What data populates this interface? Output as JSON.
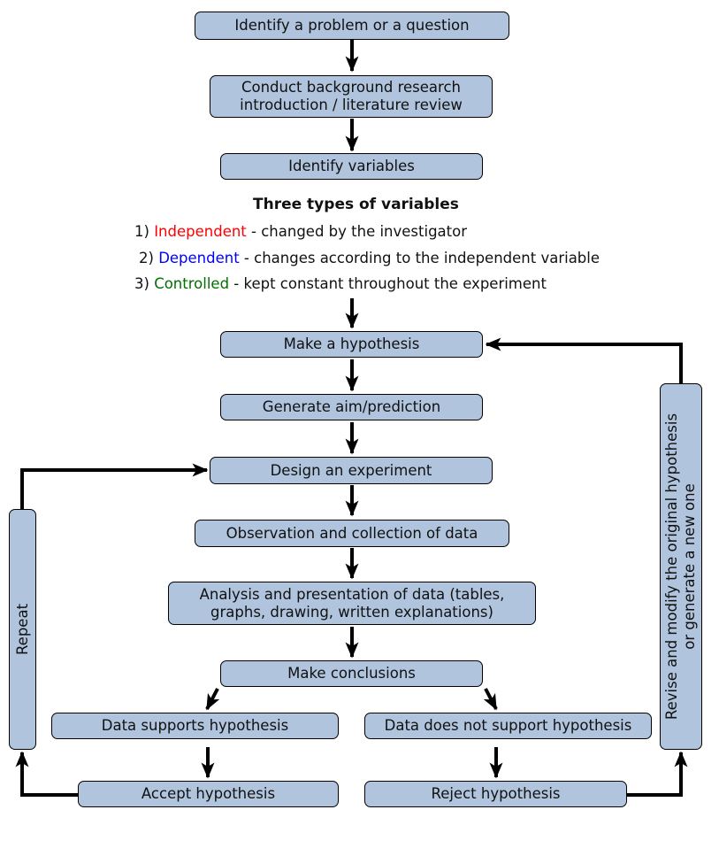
{
  "nodes": {
    "identify_problem": "Identify a problem or a question",
    "background_line1": "Conduct background research",
    "background_line2": "introduction / literature review",
    "identify_variables": "Identify variables",
    "make_hypothesis": "Make a hypothesis",
    "generate_aim": "Generate aim/prediction",
    "design_experiment": "Design an experiment",
    "observation": "Observation and collection of data",
    "analysis_line1": "Analysis and presentation of data (tables,",
    "analysis_line2": "graphs, drawing, written explanations)",
    "make_conclusions": "Make conclusions",
    "data_supports": "Data supports hypothesis",
    "data_not_support": "Data does not support hypothesis",
    "accept": "Accept hypothesis",
    "reject": "Reject hypothesis",
    "repeat": "Repeat",
    "revise_line1": "Revise and modify the original hypothesis",
    "revise_line2": "or generate a new one"
  },
  "variables": {
    "heading": "Three types of variables",
    "items": [
      {
        "number": "1)",
        "term": "Independent",
        "description": " - changed by the investigator",
        "color": "#ff0000"
      },
      {
        "number": "2)",
        "term": "Dependent",
        "description": " - changes according to the independent variable",
        "color": "#0000ff"
      },
      {
        "number": "3)",
        "term": "Controlled",
        "description": " - kept constant throughout the experiment",
        "color": "#007000"
      }
    ]
  },
  "colors": {
    "box_fill": "#b0c4de",
    "stroke": "#000000"
  }
}
